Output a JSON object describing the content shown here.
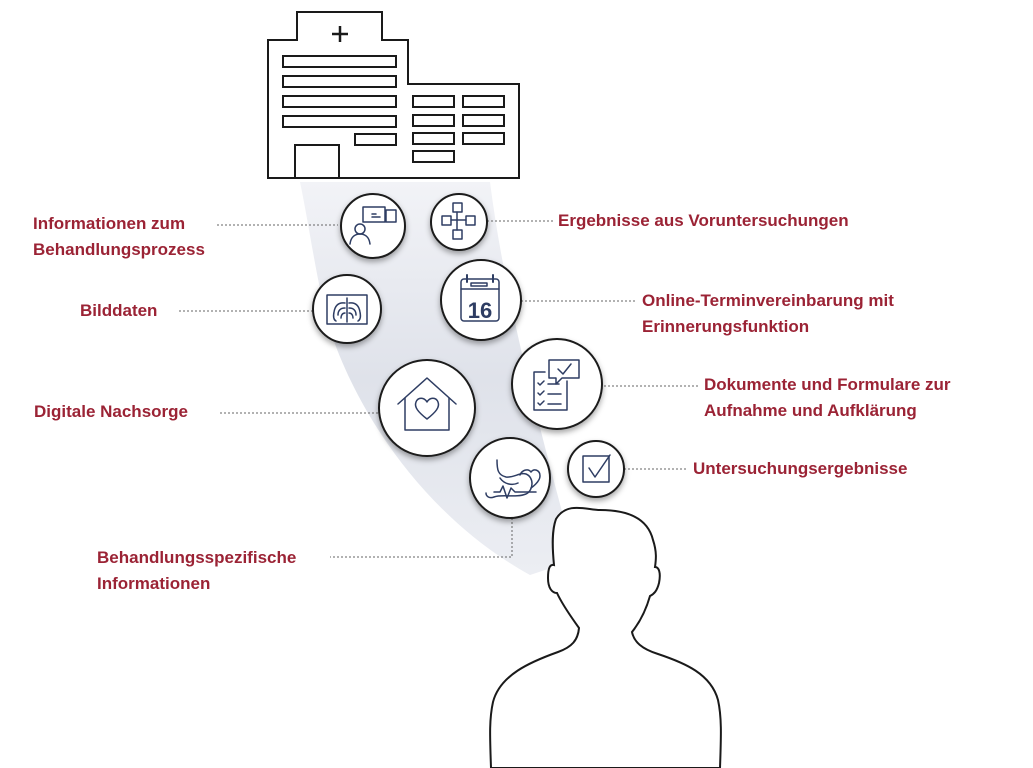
{
  "colors": {
    "label": "#9b2335",
    "icon_stroke": "#2e3d63",
    "outline": "#1a1a1a",
    "beam": "#dde1ea",
    "connector": "#666666"
  },
  "icon_items": [
    {
      "id": "info-behandlungsprozess",
      "icon": "doctor-presentation-icon",
      "label_lines": [
        "Informationen zum",
        "Behandlungsprozess"
      ]
    },
    {
      "id": "ergebnisse-voruntersuchungen",
      "icon": "flowchart-icon",
      "label_lines": [
        "Ergebnisse aus Voruntersuchungen"
      ]
    },
    {
      "id": "bilddaten",
      "icon": "xray-ribcage-icon",
      "label_lines": [
        "Bilddaten"
      ]
    },
    {
      "id": "online-termin",
      "icon": "calendar-icon",
      "calendar_day": "16",
      "label_lines": [
        "Online-Terminvereinbarung mit",
        "Erinnerungsfunktion"
      ]
    },
    {
      "id": "dokumente-formulare",
      "icon": "checklist-clipboard-icon",
      "label_lines": [
        "Dokumente und Formulare zur",
        "Aufnahme und Aufklärung"
      ]
    },
    {
      "id": "digitale-nachsorge",
      "icon": "house-heart-icon",
      "label_lines": [
        "Digitale Nachsorge"
      ]
    },
    {
      "id": "untersuchungsergebnisse",
      "icon": "checkbox-icon",
      "label_lines": [
        "Untersuchungsergebnisse"
      ]
    },
    {
      "id": "behandlungsspezifisch",
      "icon": "stomach-heartbeat-icon",
      "label_lines": [
        "Behandlungsspezifische",
        "Informationen"
      ]
    }
  ]
}
